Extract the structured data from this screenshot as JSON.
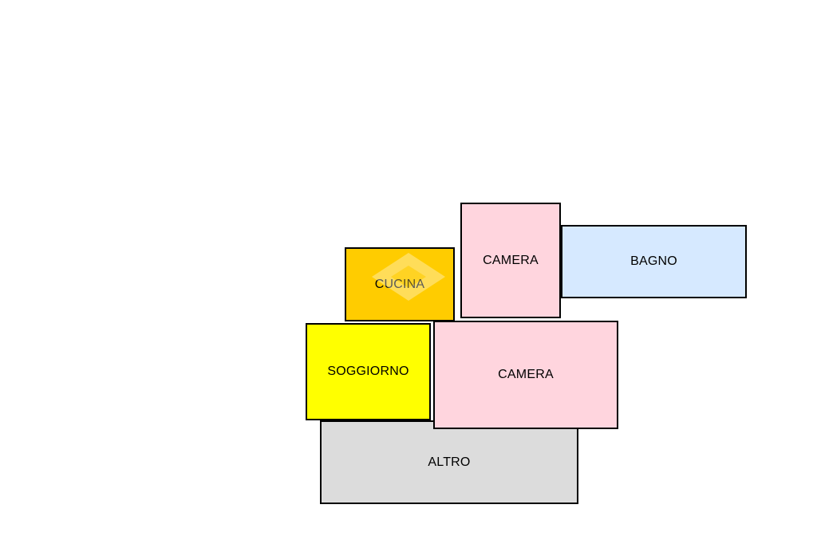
{
  "floorplan": {
    "rooms": [
      {
        "id": "altro",
        "label": "ALTRO",
        "color": "#dcdcdc"
      },
      {
        "id": "soggiorno",
        "label": "SOGGIORNO",
        "color": "#ffff00"
      },
      {
        "id": "cucina",
        "label": "CUCINA",
        "color": "#ffcc00"
      },
      {
        "id": "camera_1",
        "label": "CAMERA",
        "color": "#ffd5de"
      },
      {
        "id": "bagno",
        "label": "BAGNO",
        "color": "#d6e9ff"
      },
      {
        "id": "camera_2",
        "label": "CAMERA",
        "color": "#ffd5de"
      }
    ],
    "border_color": "#000000",
    "watermark_icon": "house-logo-icon"
  }
}
